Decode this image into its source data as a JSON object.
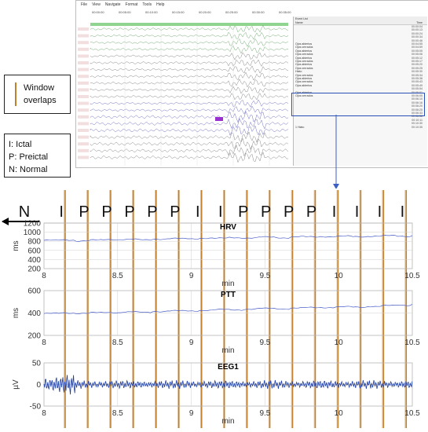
{
  "software": {
    "menu_items": [
      "File",
      "View",
      "Navigate",
      "Format",
      "Tools",
      "Help"
    ],
    "timeline_ticks": [
      "00:00:00",
      "00:05:00",
      "00:10:00",
      "00:15:00",
      "00:20:00",
      "00:25:00",
      "00:30:00",
      "00:35:00"
    ],
    "event_list": {
      "title": "Event List",
      "col_name": "Name",
      "col_time": "Time",
      "rows": [
        {
          "name": "",
          "time": "00:00:04"
        },
        {
          "name": "",
          "time": "00:00:13"
        },
        {
          "name": "",
          "time": "00:00:24"
        },
        {
          "name": "",
          "time": "00:00:34"
        },
        {
          "name": "",
          "time": "00:00:46"
        },
        {
          "name": "Ojos abiertos",
          "time": "00:04:55"
        },
        {
          "name": "Ojos cerrados",
          "time": "00:04:59"
        },
        {
          "name": "Ojos abiertos",
          "time": "00:05:05"
        },
        {
          "name": "Ojos cerrados",
          "time": "00:05:06"
        },
        {
          "name": "Ojos abiertos",
          "time": "00:05:12"
        },
        {
          "name": "Ojos cerrados",
          "time": "00:05:17"
        },
        {
          "name": "Ojos abiertos",
          "time": "00:05:20"
        },
        {
          "name": "Ojos cerrados",
          "time": "00:05:25"
        },
        {
          "name": "Hiato",
          "time": "00:05:30"
        },
        {
          "name": "Ojos cerrados",
          "time": "00:05:34"
        },
        {
          "name": "Ojos abiertos",
          "time": "00:05:38"
        },
        {
          "name": "Ojos cerrados",
          "time": "00:05:43"
        },
        {
          "name": "Ojos abiertos",
          "time": "00:05:49"
        },
        {
          "name": "",
          "time": "00:05:54"
        },
        {
          "name": "Ojos abiertos",
          "time": "00:06:01"
        },
        {
          "name": "Ojos cerrados",
          "time": "00:06:05"
        },
        {
          "name": "",
          "time": "00:06:10"
        },
        {
          "name": "",
          "time": "00:06:16"
        },
        {
          "name": "",
          "time": "00:06:20"
        },
        {
          "name": "",
          "time": "00:06:25"
        },
        {
          "name": "",
          "time": "00:06:33"
        },
        {
          "name": "",
          "time": "00:06:38"
        },
        {
          "name": "",
          "time": "00:10:11"
        },
        {
          "name": "",
          "time": "00:10:30"
        },
        {
          "name": "1 Hiato",
          "time": "00:10:35"
        }
      ]
    }
  },
  "legend_window": {
    "label": "Window overlaps"
  },
  "legend_classes": {
    "lines": [
      "I: Ictal",
      "P: Preictal",
      "N: Normal"
    ]
  },
  "chart_data": {
    "type": "line",
    "window_labels": [
      "N",
      "I",
      "P",
      "P",
      "P",
      "P",
      "P",
      "I",
      "I",
      "P",
      "P",
      "P",
      "P",
      "I",
      "I",
      "I",
      "I"
    ],
    "x_range": [
      8,
      10.5
    ],
    "x_ticks": [
      "8",
      "8.5",
      "9",
      "9.5",
      "10",
      "10.5"
    ],
    "xlabel": "min",
    "panels": [
      {
        "title": "HRV",
        "ylabel": "ms",
        "y_ticks": [
          "1200",
          "1000",
          "800",
          "600",
          "400",
          "200"
        ],
        "ylim": [
          200,
          1200
        ],
        "series_color": "#4a5ec8",
        "values": [
          820,
          830,
          810,
          825,
          840,
          845,
          830,
          850,
          860,
          855,
          870,
          865,
          880,
          875,
          890,
          880,
          900,
          895,
          905,
          910,
          900,
          915,
          920,
          910,
          930
        ]
      },
      {
        "title": "PTT",
        "ylabel": "ms",
        "y_ticks": [
          "600",
          "400",
          "200"
        ],
        "ylim": [
          200,
          600
        ],
        "series_color": "#4a5ec8",
        "values": [
          395,
          400,
          398,
          402,
          405,
          410,
          405,
          415,
          420,
          418,
          425,
          430,
          428,
          435,
          440,
          438,
          445,
          448,
          450,
          455,
          452,
          460,
          465,
          470,
          480
        ]
      },
      {
        "title": "EEG1",
        "ylabel": "µV",
        "y_ticks": [
          "50",
          "0",
          "-50"
        ],
        "ylim": [
          -50,
          50
        ],
        "series_color": "#1a3aa0",
        "values": [
          0
        ]
      }
    ],
    "colors": {
      "window_line": "#c08030",
      "grid": "#cfcfcf",
      "axis": "#333333",
      "arrow_link": "#3b5fc4"
    }
  }
}
